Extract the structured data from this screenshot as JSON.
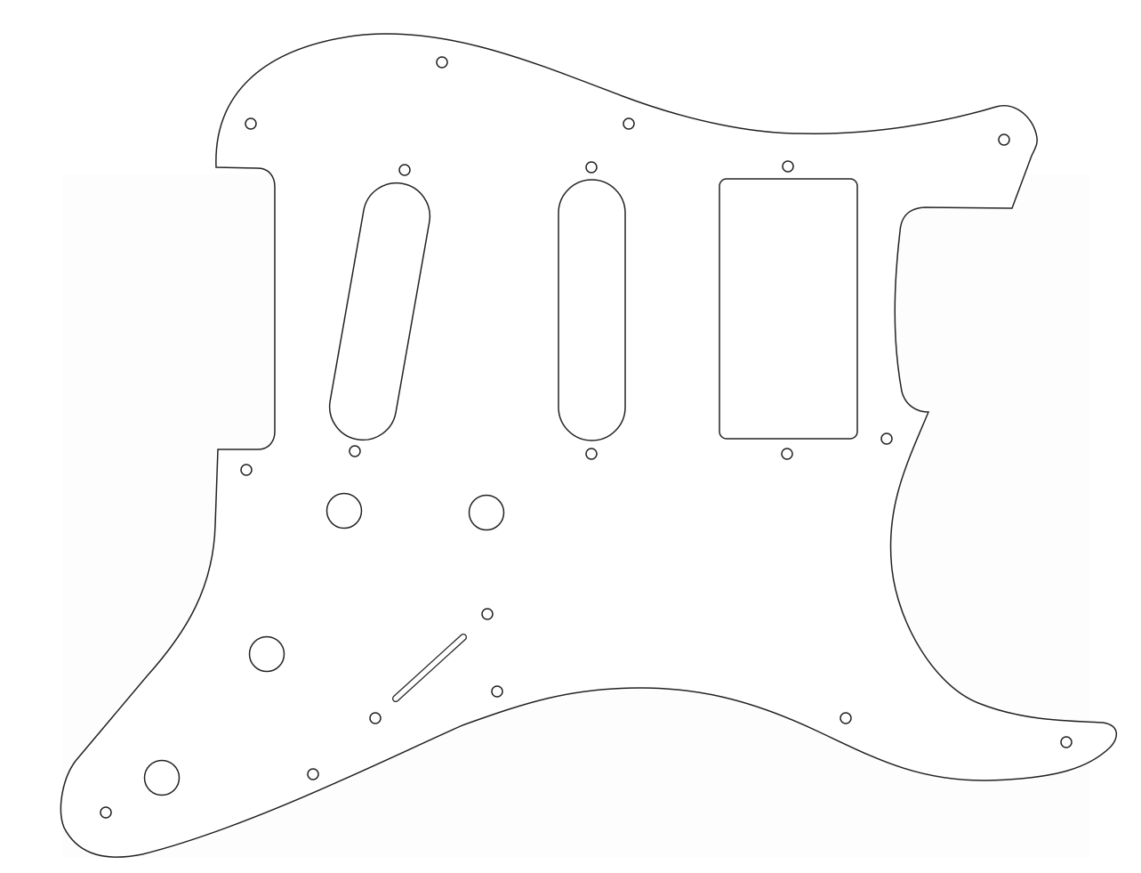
{
  "drawing": {
    "subject": "pickguard-outline-hss",
    "stroke_color": "#222222",
    "background_color": "#ffffff",
    "pickup_configuration": [
      "single-coil",
      "single-coil",
      "humbucker"
    ],
    "screw_hole_count": 19,
    "control_hole_count": 4
  }
}
